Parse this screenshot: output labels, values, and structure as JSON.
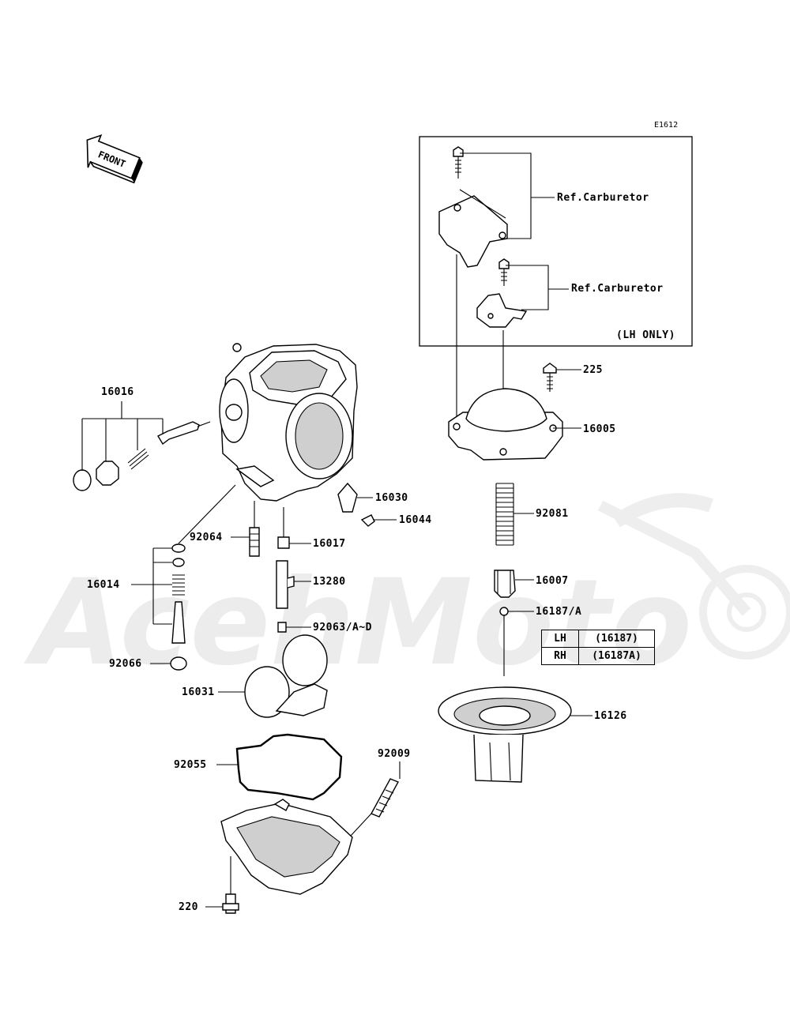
{
  "diagram_code": "E1612",
  "front_label": "FRONT",
  "watermark": "AcehMoto",
  "labels": {
    "p16016": "16016",
    "p16014": "16014",
    "p92064": "92064",
    "p92066": "92066",
    "p16031": "16031",
    "p92055": "92055",
    "p220": "220",
    "p92009": "92009",
    "p16030": "16030",
    "p16044": "16044",
    "p16017": "16017",
    "p13280": "13280",
    "p92063": "92063/A~D",
    "p225": "225",
    "p16005": "16005",
    "p92081": "92081",
    "p16007": "16007",
    "p16187": "16187/A",
    "p16126": "16126",
    "ref1": "Ref.Carburetor",
    "ref2": "Ref.Carburetor",
    "lh_only": "(LH ONLY)"
  },
  "variant_table": [
    {
      "side": "LH",
      "part": "(16187)"
    },
    {
      "side": "RH",
      "part": "(16187A)"
    }
  ]
}
